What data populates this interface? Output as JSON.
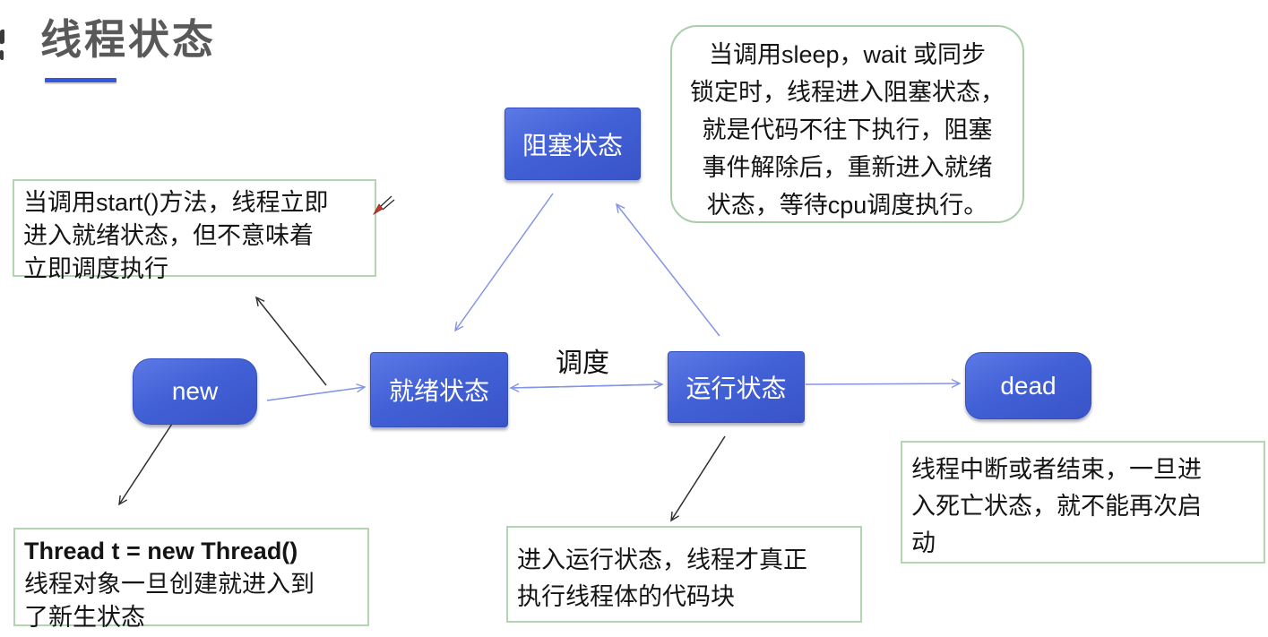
{
  "title": {
    "text": "线程状态"
  },
  "nodes": {
    "blocked": {
      "label": "阻塞状态"
    },
    "ready": {
      "label": "就绪状态"
    },
    "running": {
      "label": "运行状态"
    },
    "new_state": {
      "label": "new"
    },
    "dead": {
      "label": "dead"
    }
  },
  "edges": {
    "schedule_label": "调度"
  },
  "notes": {
    "blocked_note": {
      "lines": [
        "当调用sleep，wait 或同步",
        "锁定时，线程进入阻塞状态，",
        "就是代码不往下执行，阻塞",
        "事件解除后，重新进入就绪",
        "状态，等待cpu调度执行。"
      ]
    },
    "start_note": {
      "lines": [
        "当调用start()方法，线程立即",
        "进入就绪状态，但不意味着",
        "立即调度执行"
      ]
    },
    "new_note": {
      "code_line": "Thread t = new Thread()",
      "lines": [
        "线程对象一旦创建就进入到",
        "了新生状态"
      ]
    },
    "running_note": {
      "lines": [
        "进入运行状态，线程才真正",
        "执行线程体的代码块"
      ]
    },
    "dead_note": {
      "lines": [
        "线程中断或者结束，一旦进",
        "入死亡状态，就不能再次启",
        "动"
      ]
    }
  },
  "colors": {
    "node_blue": "#4261d6",
    "arrow_blue": "#8494e6",
    "arrow_black": "#2f2f2f",
    "note_border_green": "#b2d6b2",
    "title_gray": "#595959",
    "underline_blue": "#2f5ad9",
    "cursor_red": "#c0392b"
  }
}
